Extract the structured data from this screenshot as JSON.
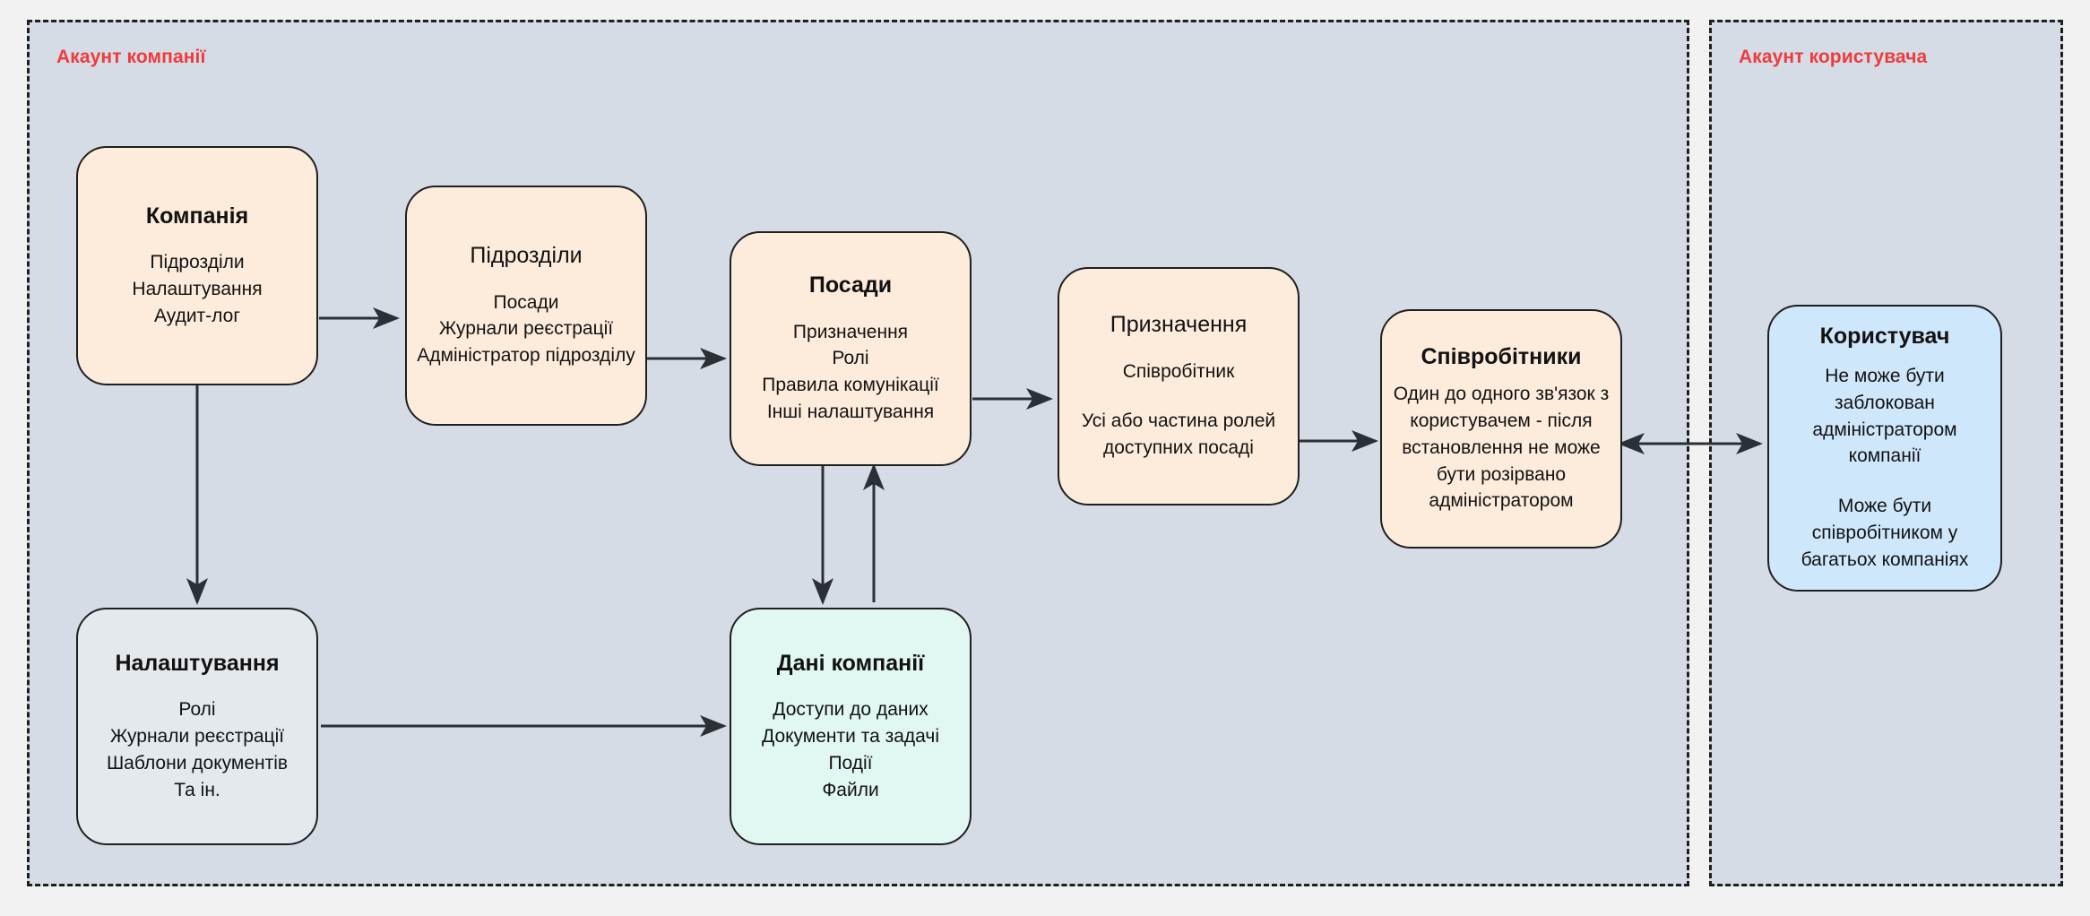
{
  "diagram": {
    "title_hint": "Структура акаунтів компанії та користувача",
    "colors": {
      "panel_bg": "#d5dce6",
      "panel_title": "#ef3b3b",
      "peach": "#fdecdc",
      "mint": "#e0f7f2",
      "blue": "#cfe7fb",
      "grey": "#e4e9ee",
      "stroke": "#1f1f1f",
      "canvas_bg": "#f2f2f2"
    }
  },
  "panels": [
    {
      "id": "company-account",
      "label": "Акаунт компанії"
    },
    {
      "id": "user-account",
      "label": "Акаунт користувача"
    }
  ],
  "nodes": {
    "company": {
      "title": "Компанія",
      "lines": "Підрозділи\nНалаштування\nАудит-лог"
    },
    "departments": {
      "title": "Підрозділи",
      "lines": "Посади\nЖурнали реєстрації\nАдміністратор підрозділу"
    },
    "positions": {
      "title": "Посади",
      "lines": "Призначення\nРолі\nПравила комунікації\nІнші налаштування"
    },
    "assignment": {
      "title": "Призначення",
      "lines": "Співробітник",
      "lines2": "Усі або частина ролей\nдоступних посаді"
    },
    "employees": {
      "title": "Співробітники",
      "lines": "Один до одного зв'язок з\nкористувачем - після\nвстановлення не може\nбути розірвано\nадміністратором"
    },
    "user": {
      "title": "Користувач",
      "lines": "Не може бути\nзаблокован\nадміністратором\nкомпанії",
      "lines2": "Може бути\nспівробітником у\nбагатьох компаніях"
    },
    "settings": {
      "title": "Налаштування",
      "lines": "Ролі\nЖурнали реєстрації\nШаблони документів\nТа ін."
    },
    "company_data": {
      "title": "Дані компанії",
      "lines": "Доступи до даних\nДокументи та задачі\nПодії\nФайли"
    }
  },
  "edges": [
    {
      "id": "company-to-departments",
      "from": "company",
      "to": "departments",
      "direction": "one-way"
    },
    {
      "id": "departments-to-positions",
      "from": "departments",
      "to": "positions",
      "direction": "one-way"
    },
    {
      "id": "positions-to-assignment",
      "from": "positions",
      "to": "assignment",
      "direction": "one-way"
    },
    {
      "id": "assignment-to-employees",
      "from": "assignment",
      "to": "employees",
      "direction": "one-way"
    },
    {
      "id": "employees-to-user",
      "from": "employees",
      "to": "user",
      "direction": "two-way"
    },
    {
      "id": "company-to-settings",
      "from": "company",
      "to": "settings",
      "direction": "one-way"
    },
    {
      "id": "settings-to-company-data",
      "from": "settings",
      "to": "company_data",
      "direction": "one-way"
    },
    {
      "id": "positions-to-company-data",
      "from": "positions",
      "to": "company_data",
      "direction": "one-way"
    },
    {
      "id": "company-data-to-positions",
      "from": "company_data",
      "to": "positions",
      "direction": "one-way"
    }
  ]
}
